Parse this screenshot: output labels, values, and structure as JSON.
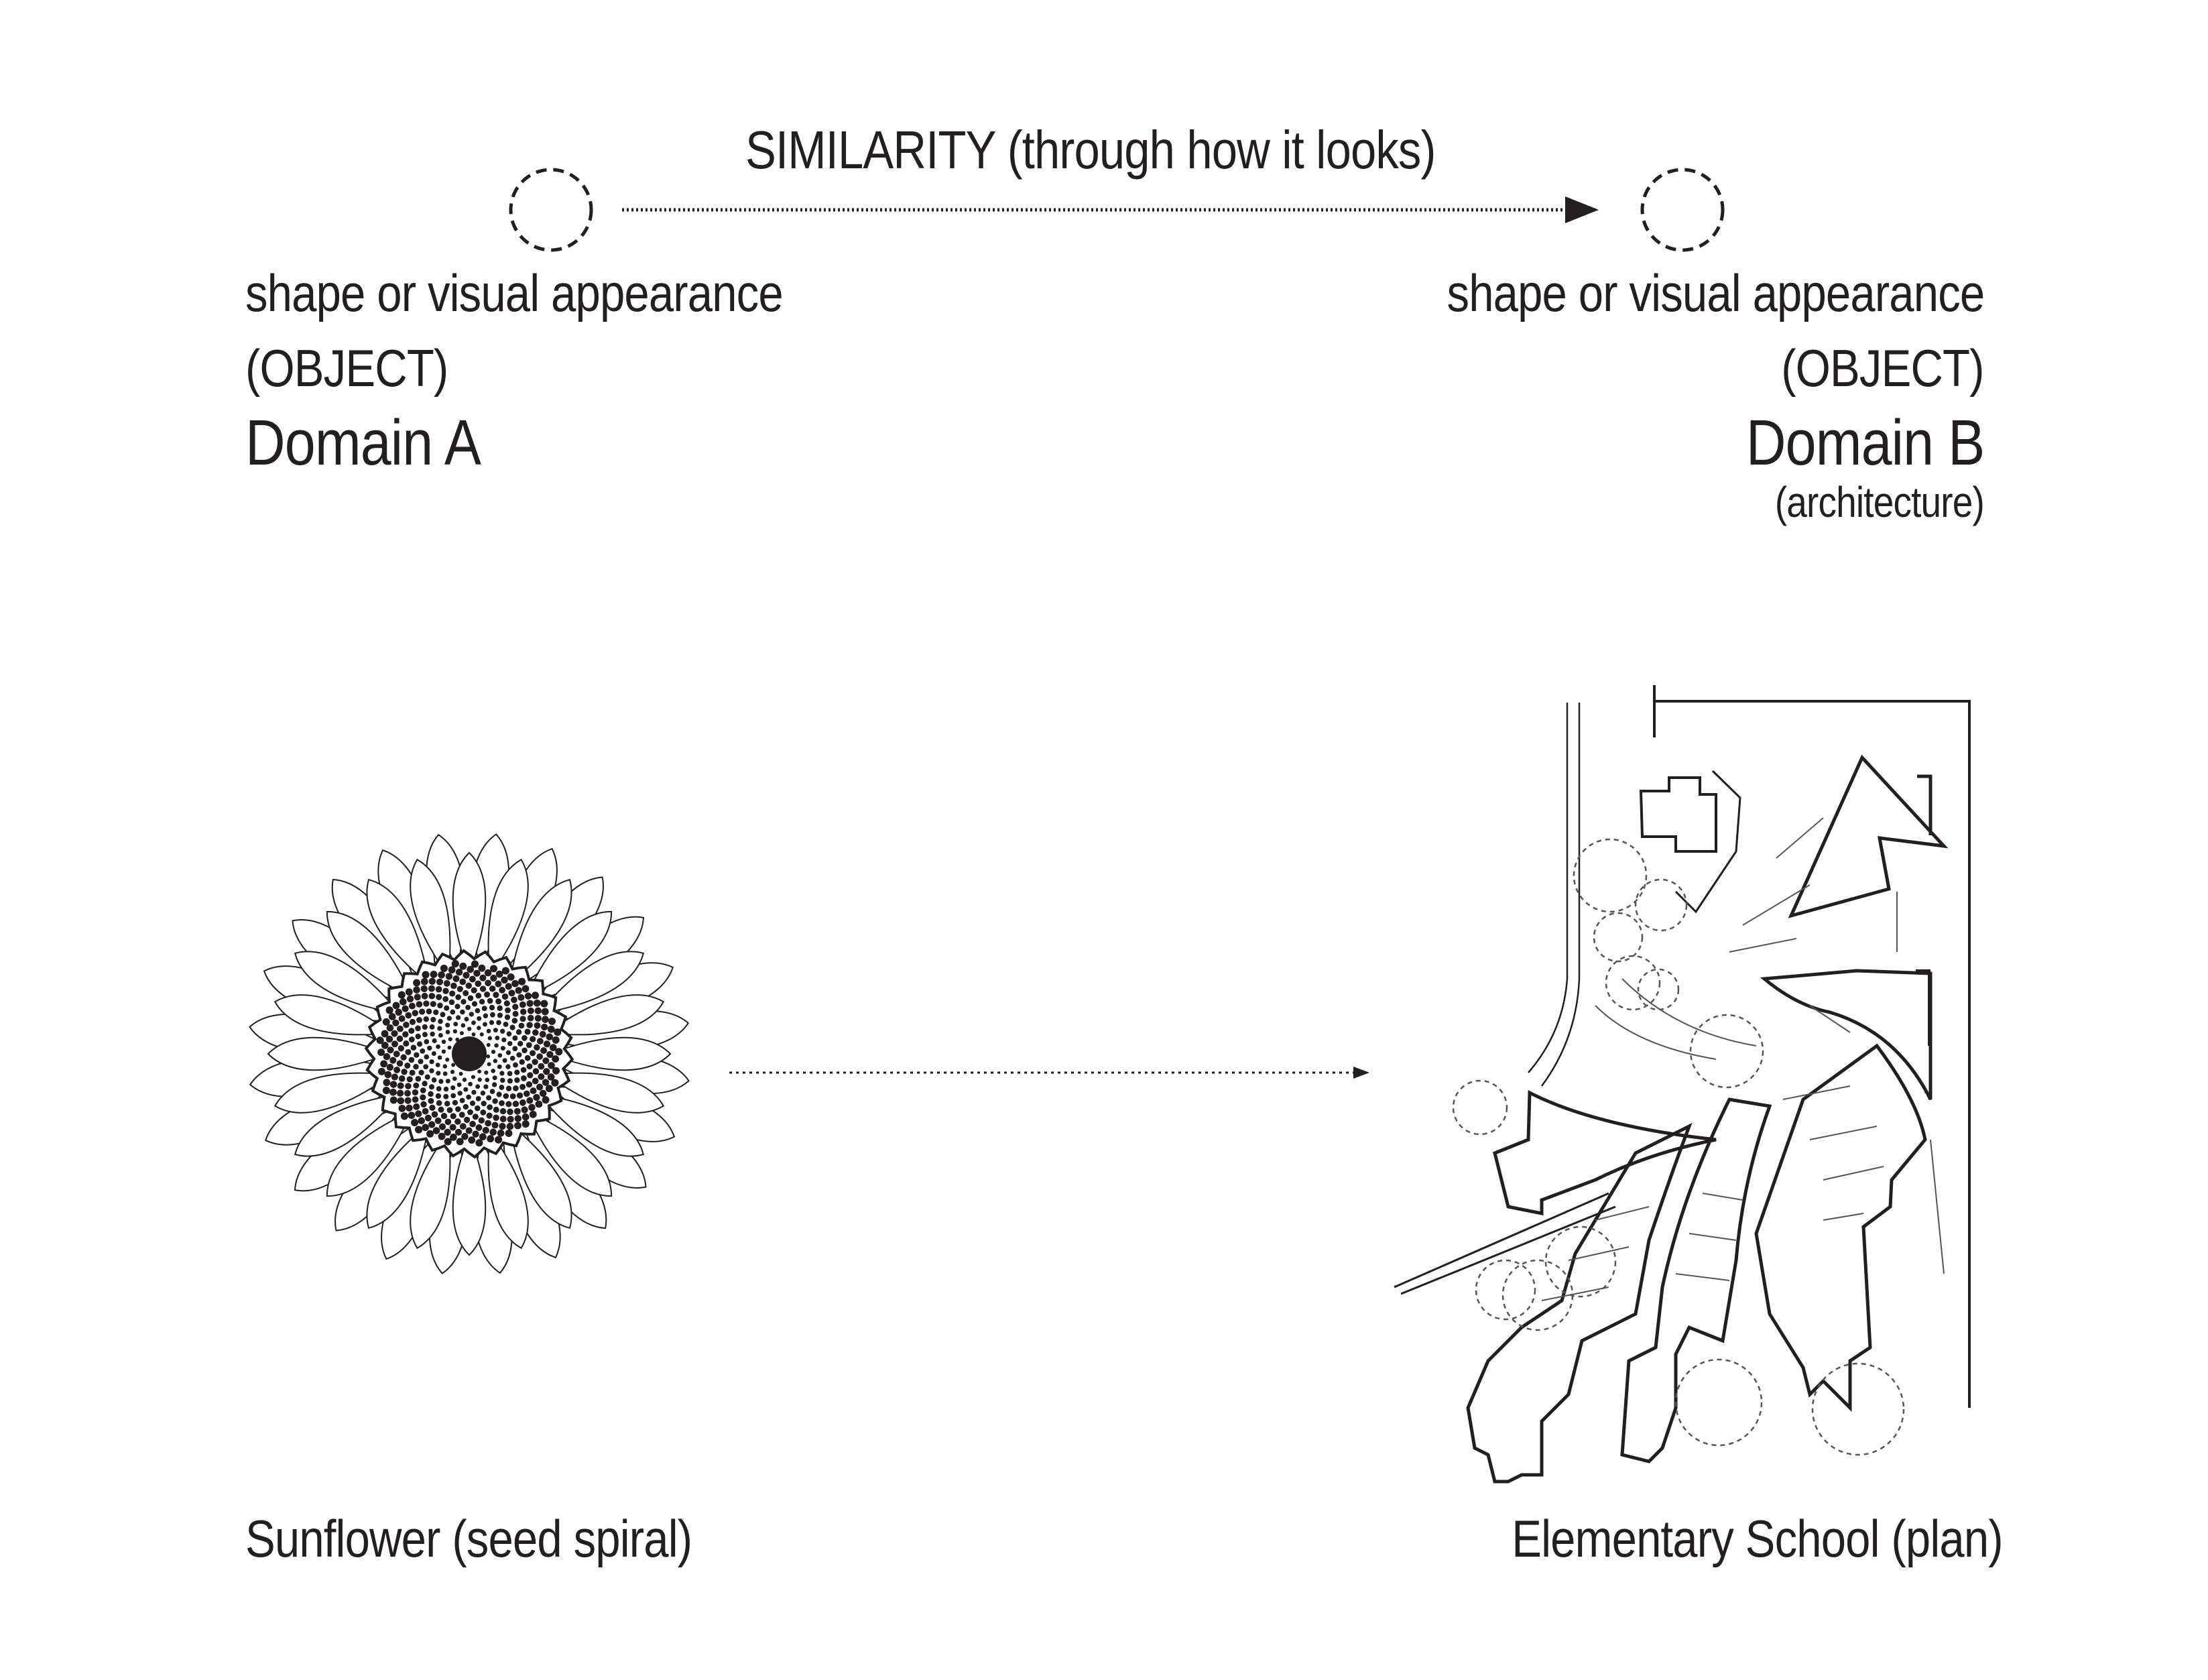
{
  "header": {
    "relation": "SIMILARITY (through how it looks)"
  },
  "domain_a": {
    "subtitle": "shape or visual appearance",
    "kind": "(OBJECT)",
    "name": "Domain A",
    "caption": "Sunflower (seed spiral)"
  },
  "domain_b": {
    "subtitle": "shape or visual appearance",
    "kind": "(OBJECT)",
    "name": "Domain B",
    "note": "(architecture)",
    "caption": "Elementary School (plan)"
  },
  "colors": {
    "ink": "#231f20",
    "line_light": "#555555",
    "background": "#ffffff"
  }
}
